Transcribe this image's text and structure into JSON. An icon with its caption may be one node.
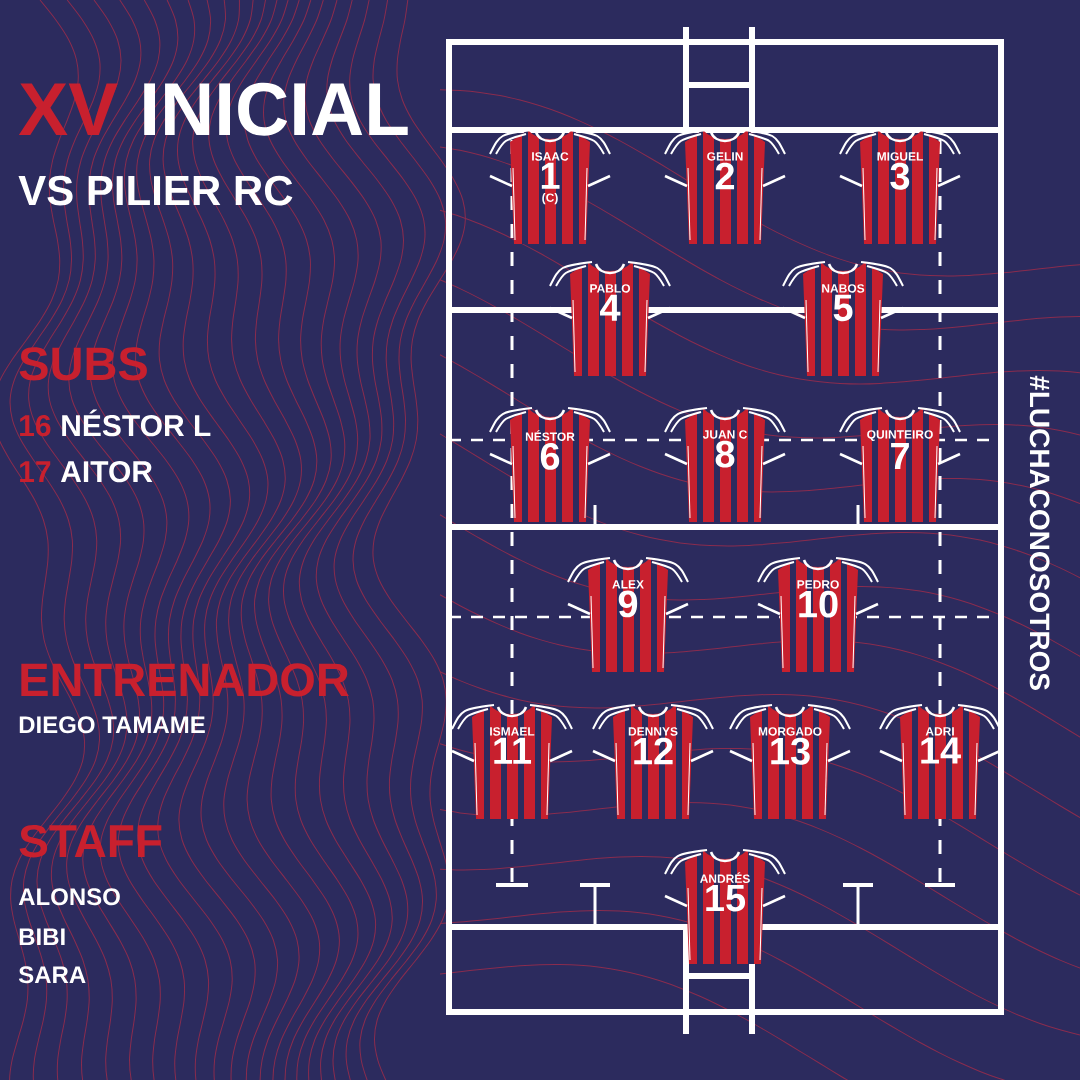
{
  "diagram": {
    "nodes": [
      {
        "text": [
          "ISAAC",
          "1",
          "(C)"
        ]
      },
      {
        "text": [
          "GELIN",
          "2"
        ]
      },
      {
        "text": [
          "MIGUEL",
          "3"
        ]
      },
      {
        "text": [
          "PABLO",
          "4"
        ]
      },
      {
        "text": [
          "NABOS",
          "5"
        ]
      },
      {
        "text": [
          "NÉSTOR",
          "6"
        ]
      },
      {
        "text": [
          "JUAN C",
          "8"
        ]
      },
      {
        "text": [
          "QUINTEIRO",
          "7"
        ]
      },
      {
        "text": [
          "ALEX",
          "9"
        ]
      },
      {
        "text": [
          "PEDRO",
          "10"
        ]
      },
      {
        "text": [
          "ISMAEL",
          "11"
        ]
      },
      {
        "text": [
          "DENNYS",
          "12"
        ]
      },
      {
        "text": [
          "MORGADO",
          "13"
        ]
      },
      {
        "text": [
          "ADRI",
          "14"
        ]
      },
      {
        "text": [
          "ANDRÉS",
          "15"
        ]
      }
    ],
    "labels": [
      "XV",
      "INICIAL",
      "VS PILIER RC",
      "SUBS",
      "16",
      "NÉSTOR L",
      "17",
      "AITOR",
      "ENTRENADOR",
      "DIEGO TAMAME",
      "STAFF",
      "ALONSO",
      "BIBI",
      "SARA",
      "#LUCHACONOSOTROS"
    ]
  }
}
